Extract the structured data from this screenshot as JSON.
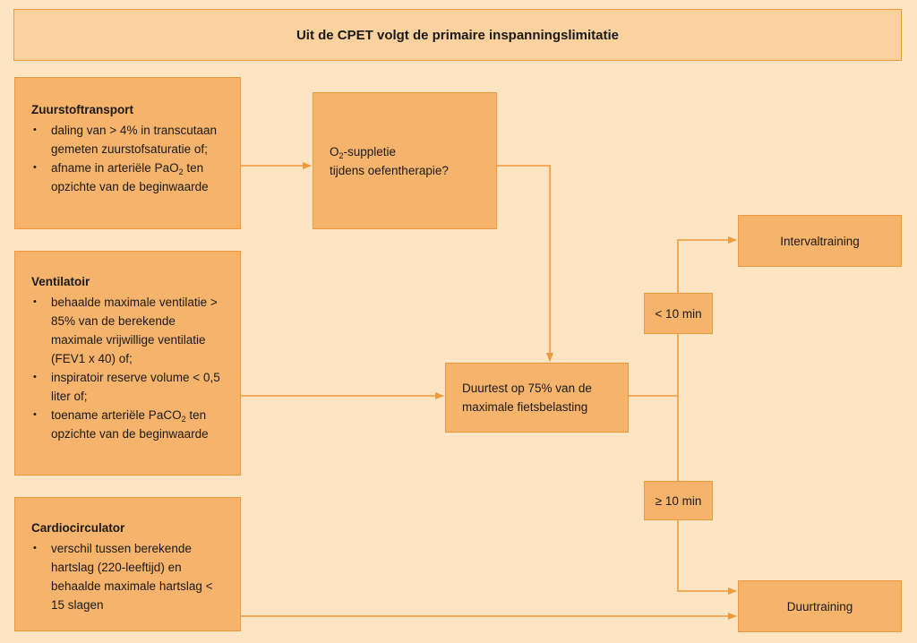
{
  "title": "Uit de CPET volgt de primaire inspanningslimitatie",
  "zuurstof": {
    "heading": "Zuurstoftransport",
    "items": [
      {
        "pre": "daling van > 4% in transcutaan gemeten zuurstofsaturatie of;",
        "sub": "",
        "post": ""
      },
      {
        "pre": "afname in arteriële PaO",
        "sub": "2",
        "post": " ten opzichte van de beginwaarde"
      }
    ]
  },
  "ventilatoir": {
    "heading": "Ventilatoir",
    "items": [
      {
        "pre": "behaalde maximale ventilatie > 85% van de berekende maximale vrijwillige ventilatie (FEV1 x 40) of;",
        "sub": "",
        "post": ""
      },
      {
        "pre": "inspiratoir reserve volume < 0,5 liter of;",
        "sub": "",
        "post": ""
      },
      {
        "pre": "toename arteriële PaCO",
        "sub": "2",
        "post": " ten opzichte van de beginwaarde"
      }
    ]
  },
  "cardio": {
    "heading": "Cardiocirculator",
    "items": [
      {
        "pre": "verschil tussen berekende hartslag (220-leeftijd) en behaalde maximale hartslag < 15 slagen",
        "sub": "",
        "post": ""
      }
    ]
  },
  "o2box": {
    "pre": "O",
    "sub": "2",
    "post": "-suppletie",
    "line2": "tijdens oefentherapie?"
  },
  "duurtest": {
    "line1": "Duurtest op 75% van de",
    "line2": "maximale fietsbelasting"
  },
  "lt10": "< 10 min",
  "ge10": "≥ 10 min",
  "interval": "Intervaltraining",
  "duur": "Duurtraining",
  "colors": {
    "box": "#f6b36b",
    "border": "#ee9a3c",
    "background": "#fde4c3",
    "title_box": "#fbd19e"
  }
}
